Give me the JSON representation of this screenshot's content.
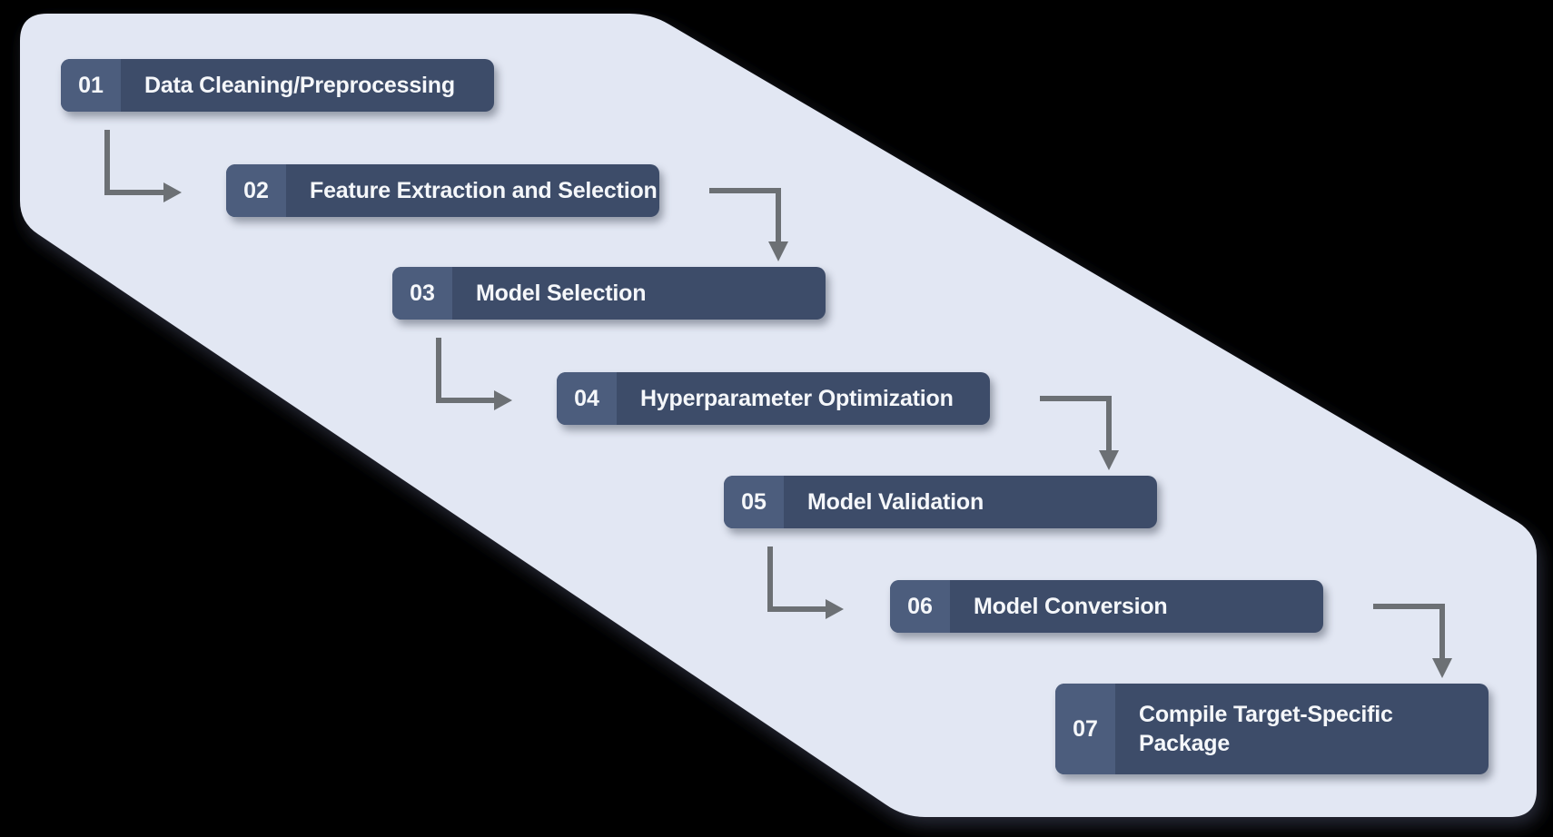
{
  "diagram": {
    "description": "Machine learning deployment workflow",
    "background_color": "#000000",
    "panel_color": "#e2e7f3",
    "box_color": "#3d4c69",
    "badge_color": "#4c5d7d",
    "text_color": "#f5f7fa",
    "arrow_color": "#6c7074"
  },
  "steps": [
    {
      "number": "01",
      "label": "Data Cleaning/Preprocessing"
    },
    {
      "number": "02",
      "label": "Feature Extraction and Selection"
    },
    {
      "number": "03",
      "label": "Model Selection"
    },
    {
      "number": "04",
      "label": "Hyperparameter Optimization"
    },
    {
      "number": "05",
      "label": "Model Validation"
    },
    {
      "number": "06",
      "label": "Model Conversion"
    },
    {
      "number": "07",
      "label": "Compile Target-Specific Package"
    }
  ]
}
